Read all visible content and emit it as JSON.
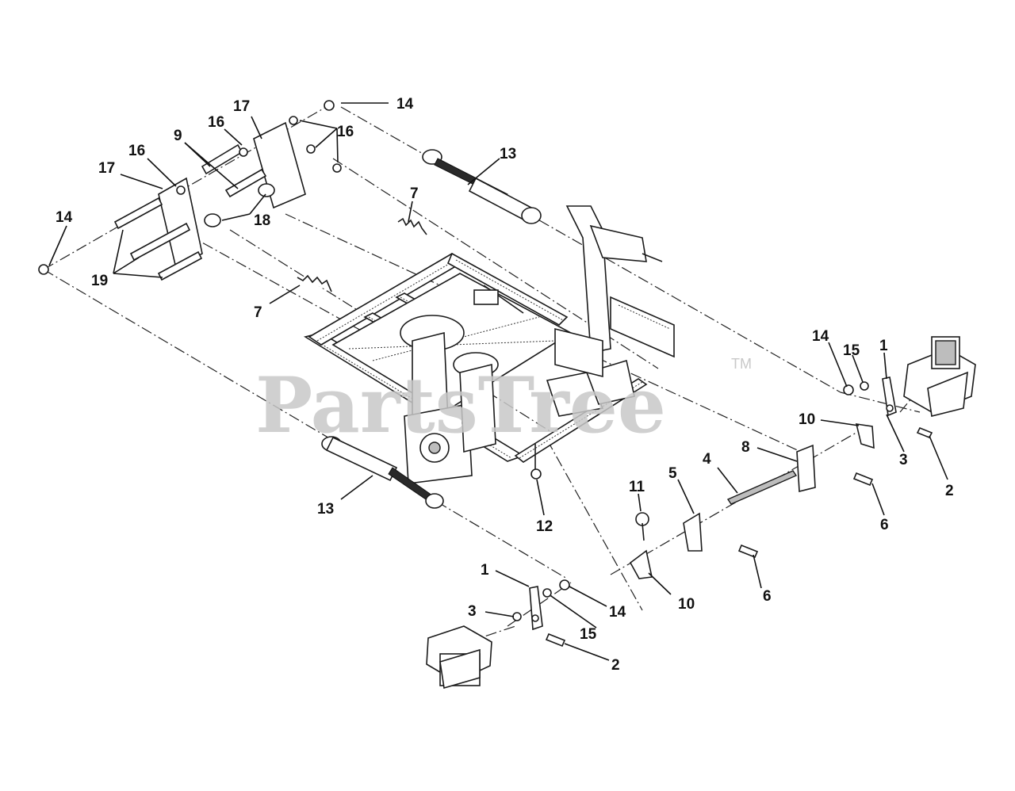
{
  "watermark": {
    "brand": "PartsTree",
    "trademark": "TM"
  },
  "callouts": [
    {
      "id": "c14a",
      "text": "14"
    },
    {
      "id": "c17a",
      "text": "17"
    },
    {
      "id": "c16a",
      "text": "16"
    },
    {
      "id": "c16b",
      "text": "16"
    },
    {
      "id": "c9",
      "text": "9"
    },
    {
      "id": "c16c",
      "text": "16"
    },
    {
      "id": "c17b",
      "text": "17"
    },
    {
      "id": "c13a",
      "text": "13"
    },
    {
      "id": "c7a",
      "text": "7"
    },
    {
      "id": "c14b",
      "text": "14"
    },
    {
      "id": "c18",
      "text": "18"
    },
    {
      "id": "c19",
      "text": "19"
    },
    {
      "id": "c7b",
      "text": "7"
    },
    {
      "id": "c14c",
      "text": "14"
    },
    {
      "id": "c15a",
      "text": "15"
    },
    {
      "id": "c1a",
      "text": "1"
    },
    {
      "id": "c10a",
      "text": "10"
    },
    {
      "id": "c8",
      "text": "8"
    },
    {
      "id": "c3a",
      "text": "3"
    },
    {
      "id": "c2a",
      "text": "2"
    },
    {
      "id": "c5",
      "text": "5"
    },
    {
      "id": "c4",
      "text": "4"
    },
    {
      "id": "c11",
      "text": "11"
    },
    {
      "id": "c6a",
      "text": "6"
    },
    {
      "id": "c13b",
      "text": "13"
    },
    {
      "id": "c12",
      "text": "12"
    },
    {
      "id": "c1b",
      "text": "1"
    },
    {
      "id": "c3b",
      "text": "3"
    },
    {
      "id": "c14d",
      "text": "14"
    },
    {
      "id": "c15b",
      "text": "15"
    },
    {
      "id": "c10b",
      "text": "10"
    },
    {
      "id": "c6b",
      "text": "6"
    },
    {
      "id": "c2b",
      "text": "2"
    }
  ]
}
